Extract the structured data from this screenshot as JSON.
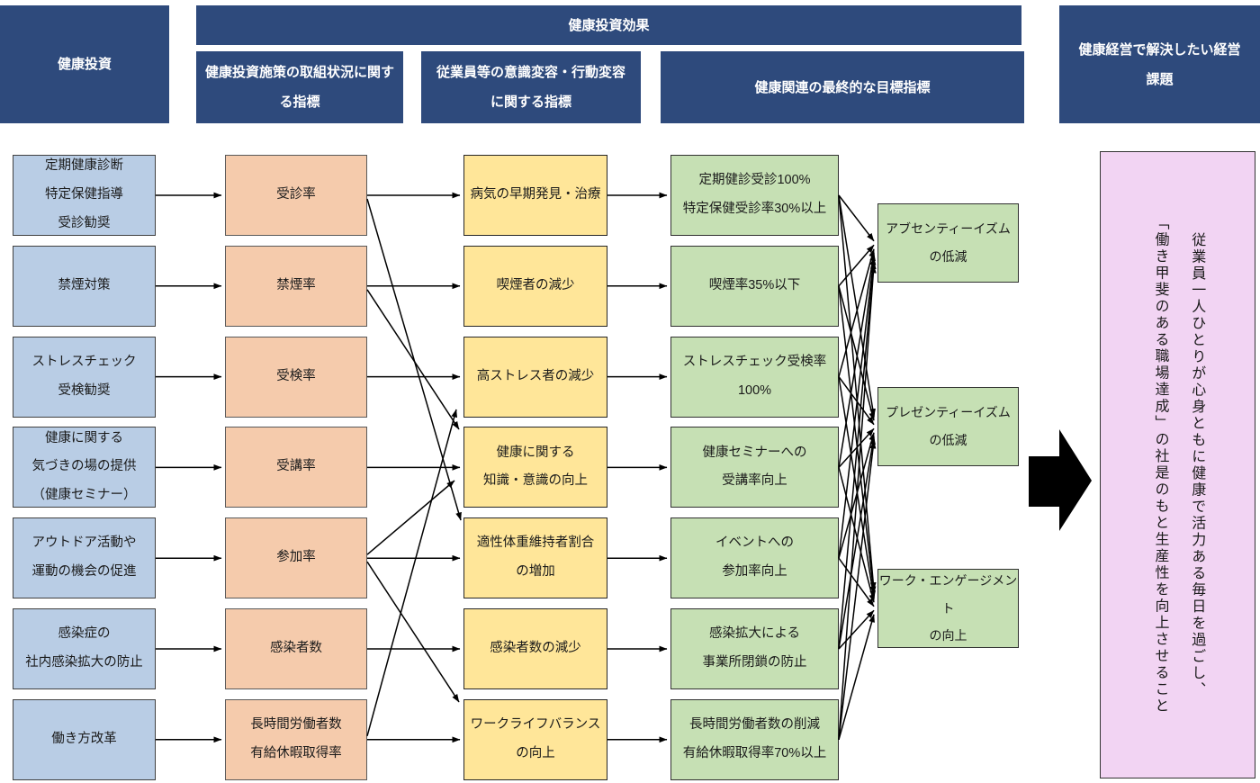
{
  "headers": {
    "investment": "健康投資",
    "effect_banner": "健康投資効果",
    "sub_initiative": "健康投資施策の取組状況に関する指標",
    "sub_awareness": "従業員等の意識変容・行動変容に関する指標",
    "sub_target": "健康関連の最終的な目標指標",
    "management_issue": "健康経営で解決したい経営課題"
  },
  "columns": {
    "investments": [
      "定期健康診断\n特定保健指導\n受診勧奨",
      "禁煙対策",
      "ストレスチェック\n受検勧奨",
      "健康に関する\n気づきの場の提供\n（健康セミナー）",
      "アウトドア活動や\n運動の機会の促進",
      "感染症の\n社内感染拡大の防止",
      "働き方改革"
    ],
    "initiative_indicators": [
      "受診率",
      "禁煙率",
      "受検率",
      "受講率",
      "参加率",
      "感染者数",
      "長時間労働者数\n有給休暇取得率"
    ],
    "awareness_indicators": [
      "病気の早期発見・治療",
      "喫煙者の減少",
      "高ストレス者の減少",
      "健康に関する\n知識・意識の向上",
      "適性体重維持者割合\nの増加",
      "感染者数の減少",
      "ワークライフバランス\nの向上"
    ],
    "target_indicators": [
      "定期健診受診100%\n特定保健受診率30%以上",
      "喫煙率35%以下",
      "ストレスチェック受検率\n100%",
      "健康セミナーへの\n受講率向上",
      "イベントへの\n参加率向上",
      "感染拡大による\n事業所閉鎖の防止",
      "長時間労働者数の削減\n有給休暇取得率70%以上"
    ],
    "final_outcomes": [
      "アブセンティーイズム\nの低減",
      "プレゼンティーイズム\nの低減",
      "ワーク・エンゲージメント\nの向上"
    ]
  },
  "goal": {
    "line1": "従業員一人ひとりが心身ともに健康で活力ある毎日を過ごし、",
    "line2": "「働き甲斐のある職場達成」の社是のもと生産性を向上させること"
  },
  "connections": {
    "c1_c2": [
      [
        0,
        0
      ],
      [
        1,
        1
      ],
      [
        2,
        2
      ],
      [
        3,
        3
      ],
      [
        4,
        4
      ],
      [
        5,
        5
      ],
      [
        6,
        6
      ]
    ],
    "c2_c3": [
      [
        0,
        0
      ],
      [
        0,
        4
      ],
      [
        1,
        1
      ],
      [
        1,
        3
      ],
      [
        2,
        2
      ],
      [
        3,
        3
      ],
      [
        4,
        3
      ],
      [
        4,
        4
      ],
      [
        4,
        6
      ],
      [
        5,
        5
      ],
      [
        6,
        2
      ],
      [
        6,
        6
      ]
    ],
    "c3_c4": [
      [
        0,
        0
      ],
      [
        1,
        1
      ],
      [
        2,
        2
      ],
      [
        3,
        3
      ],
      [
        4,
        4
      ],
      [
        5,
        5
      ],
      [
        6,
        6
      ]
    ],
    "c4_c5": [
      [
        0,
        0
      ],
      [
        0,
        1
      ],
      [
        0,
        2
      ],
      [
        1,
        0
      ],
      [
        1,
        1
      ],
      [
        1,
        2
      ],
      [
        2,
        0
      ],
      [
        2,
        1
      ],
      [
        2,
        2
      ],
      [
        3,
        0
      ],
      [
        3,
        1
      ],
      [
        3,
        2
      ],
      [
        4,
        0
      ],
      [
        4,
        1
      ],
      [
        4,
        2
      ],
      [
        5,
        0
      ],
      [
        5,
        1
      ],
      [
        5,
        2
      ],
      [
        6,
        0
      ],
      [
        6,
        1
      ],
      [
        6,
        2
      ]
    ]
  },
  "colors": {
    "navy": "#2E4A7C",
    "node-blue": "#B9CDE5",
    "node-orange": "#F5CBAC",
    "node-yellow": "#FFE699",
    "node-green": "#C6E0B4",
    "goal-pink": "#F2D4F3",
    "line-color": "#000000"
  }
}
